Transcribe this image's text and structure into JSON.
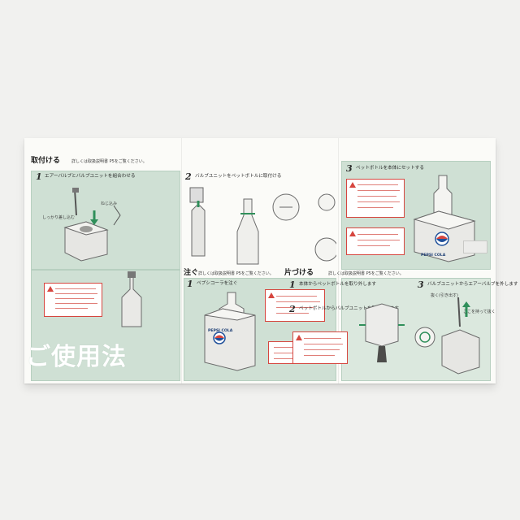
{
  "image": {
    "description_free": true,
    "colors": {
      "background": "#f1f1ef",
      "paper": "#fbfbf8",
      "panel": "#cfe0d4",
      "warning": "#d6463f",
      "accent_green": "#2f8f5a"
    },
    "headings": {
      "attach": "取付ける",
      "pour": "注ぐ",
      "cleanup": "片づける",
      "how_to_use": "ご使用法"
    },
    "subnote": "詳しくは取扱説明書 P5をご覧ください。",
    "steps": {
      "attach_1": "エアーバルブとバルブユニットを組合わせる",
      "attach_2": "バルブユニットをペットボトルに取付ける",
      "attach_3": "ペットボトルを本体にセットする",
      "pour_1": "ペプシコーラを注ぐ",
      "cleanup_1": "本体からペットボトルを取り外します",
      "cleanup_2": "ペットボトルからバルブユニットを取り外します",
      "cleanup_3": "バルブユニットからエアーバルブを外します"
    },
    "labels": {
      "firm_insert": "しっかり差し込む",
      "screw_in": "ねじ込み",
      "brand": "PEPSI COLA",
      "press_here": "ここを持って抜く",
      "pull_out": "抜く(引き出す)"
    },
    "icons": [
      "warning-icon",
      "arrow-icon"
    ]
  }
}
